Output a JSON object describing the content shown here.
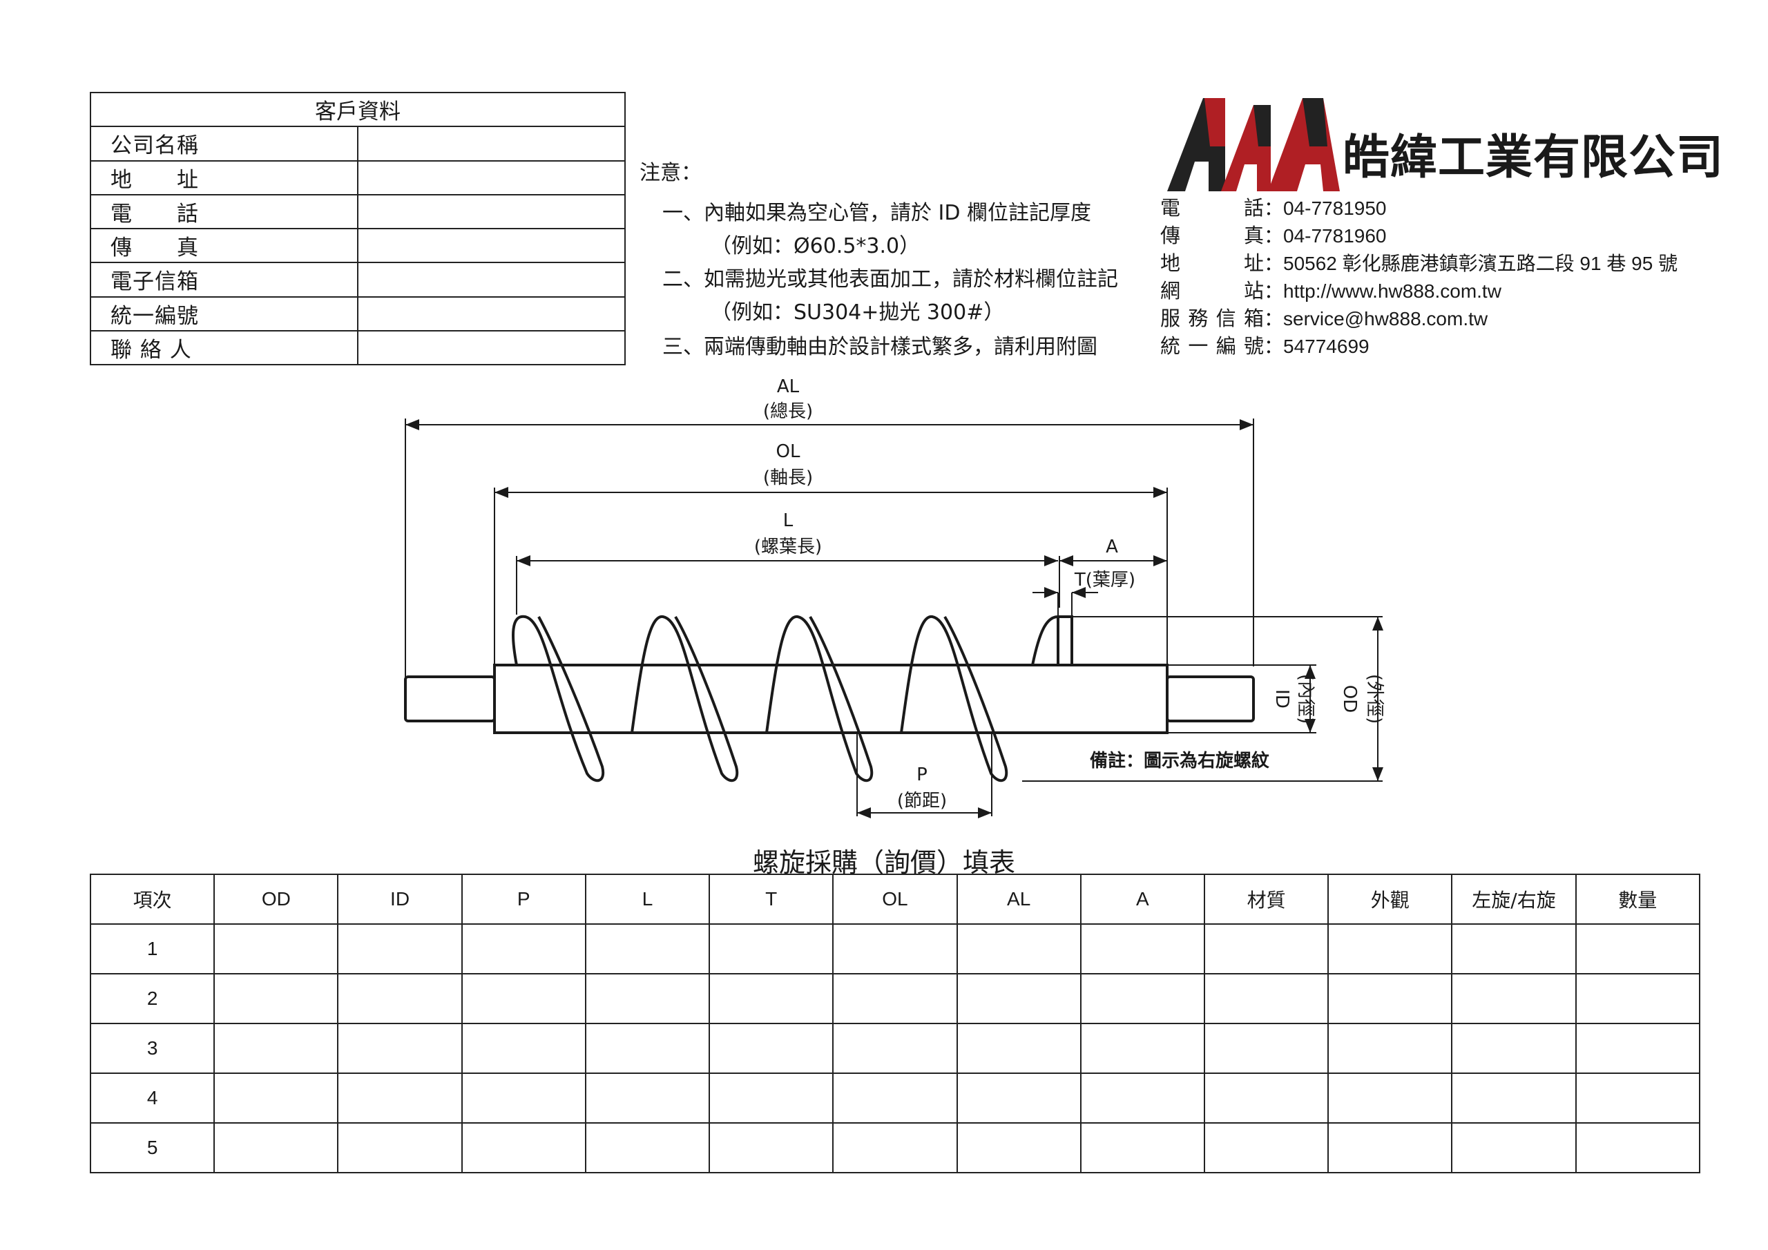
{
  "customer": {
    "title": "客戶資料",
    "fields": [
      {
        "label": "公司名稱",
        "value": ""
      },
      {
        "label": "地　　址",
        "value": ""
      },
      {
        "label": "電　　話",
        "value": ""
      },
      {
        "label": "傳　　真",
        "value": ""
      },
      {
        "label": "電子信箱",
        "value": ""
      },
      {
        "label": "統一編號",
        "value": ""
      },
      {
        "label": "聯 絡 人",
        "value": ""
      }
    ]
  },
  "notes": {
    "heading": "注意：",
    "items": [
      {
        "text": "一、內軸如果為空心管，請於 ID 欄位註記厚度",
        "sub": "（例如：Ø60.5*3.0）"
      },
      {
        "text": "二、如需拋光或其他表面加工，請於材料欄位註記",
        "sub": "（例如：SU304+拋光 300#）"
      },
      {
        "text": "三、兩端傳動軸由於設計樣式繁多，請利用附圖",
        "sub": ""
      }
    ]
  },
  "company": {
    "logo_text": "AAA",
    "name": "皓緯工業有限公司",
    "contact": [
      {
        "label": "電　話",
        "sep": "：",
        "value": "04-7781950"
      },
      {
        "label": "傳　真",
        "sep": "：",
        "value": "04-7781960"
      },
      {
        "label": "地　址",
        "sep": "：",
        "value": "50562 彰化縣鹿港鎮彰濱五路二段 91 巷 95 號"
      },
      {
        "label": "網　站",
        "sep": "：",
        "value": "http://www.hw888.com.tw"
      },
      {
        "label": "服務信箱",
        "sep": "：",
        "value": "service@hw888.com.tw"
      },
      {
        "label": "統一編號",
        "sep": "：",
        "value": "54774699"
      }
    ],
    "colors": {
      "logo_red": "#b01f24",
      "logo_dark": "#222222"
    }
  },
  "drawing": {
    "al_code": "AL",
    "al_name": "(總長)",
    "ol_code": "OL",
    "ol_name": "(軸長)",
    "l_code": "L",
    "l_name": "(螺葉長)",
    "a_code": "A",
    "t_label": "T(葉厚)",
    "id_code": "ID",
    "id_name": "(內徑)",
    "od_code": "OD",
    "od_name": "(外徑)",
    "p_code": "P",
    "p_name": "(節距)",
    "remark": "備註：圖示為右旋螺紋"
  },
  "order_table": {
    "title": "螺旋採購（詢價）填表",
    "headers": [
      "項次",
      "OD",
      "ID",
      "P",
      "L",
      "T",
      "OL",
      "AL",
      "A",
      "材質",
      "外觀",
      "左旋/右旋",
      "數量"
    ],
    "rows": [
      [
        "1",
        "",
        "",
        "",
        "",
        "",
        "",
        "",
        "",
        "",
        "",
        "",
        ""
      ],
      [
        "2",
        "",
        "",
        "",
        "",
        "",
        "",
        "",
        "",
        "",
        "",
        "",
        ""
      ],
      [
        "3",
        "",
        "",
        "",
        "",
        "",
        "",
        "",
        "",
        "",
        "",
        "",
        ""
      ],
      [
        "4",
        "",
        "",
        "",
        "",
        "",
        "",
        "",
        "",
        "",
        "",
        "",
        ""
      ],
      [
        "5",
        "",
        "",
        "",
        "",
        "",
        "",
        "",
        "",
        "",
        "",
        "",
        ""
      ]
    ]
  }
}
